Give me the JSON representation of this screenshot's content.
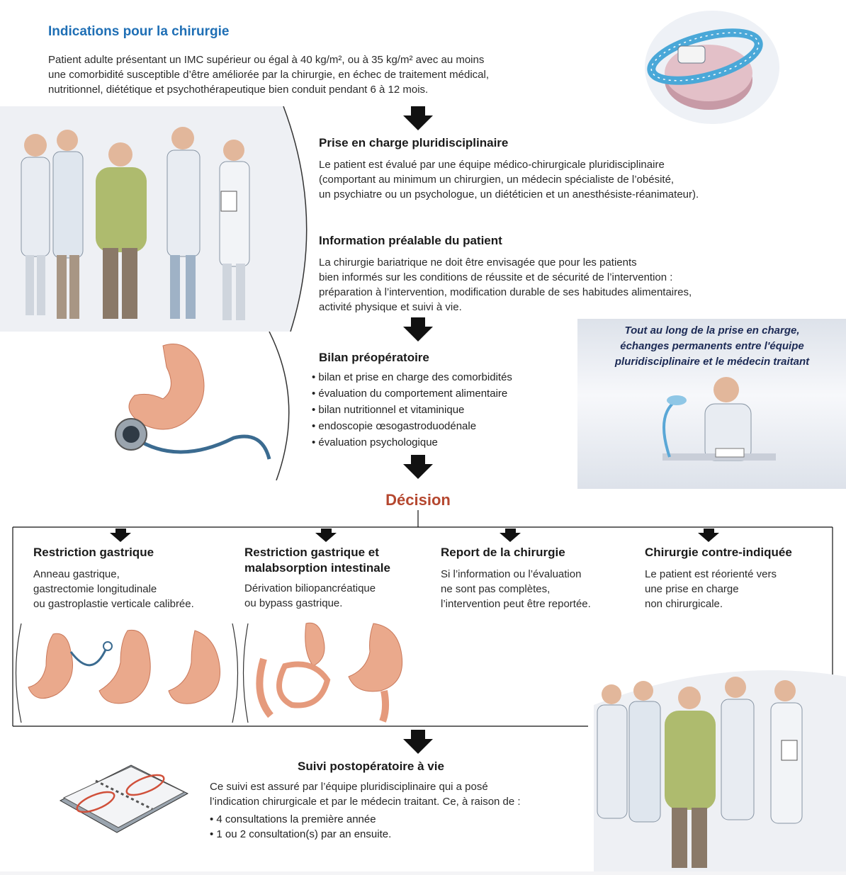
{
  "indications": {
    "title": "Indications pour la chirurgie",
    "lines": [
      "Patient adulte présentant un IMC supérieur ou égal à 40 kg/m², ou à 35 kg/m² avec au moins",
      "une comorbidité susceptible d’être améliorée par la chirurgie, en échec de traitement médical,",
      "nutritionnel, diététique et psychothérapeutique bien conduit pendant 6 à 12 mois."
    ]
  },
  "prise_en_charge": {
    "title": "Prise en charge pluridisciplinaire",
    "lines": [
      "Le patient est évalué par une équipe médico-chirurgicale pluridisciplinaire",
      "(comportant au minimum un chirurgien, un médecin spécialiste de l’obésité,",
      "un psychiatre ou un psychologue, un diététicien et un anesthésiste-réanimateur)."
    ]
  },
  "information": {
    "title": "Information préalable du patient",
    "lines": [
      "La chirurgie bariatrique ne doit être envisagée que pour les patients",
      "bien informés sur les conditions de réussite et de sécurité de l’intervention :",
      "préparation à l’intervention, modification durable de ses habitudes alimentaires,",
      "activité physique et suivi à vie."
    ]
  },
  "bilan": {
    "title": "Bilan préopératoire",
    "items": [
      "bilan et prise en charge des comorbidités",
      "évaluation du comportement alimentaire",
      "bilan nutritionnel et vitaminique",
      "endoscopie œsogastroduodénale",
      "évaluation psychologique"
    ]
  },
  "callout": {
    "lines": [
      "Tout au long de la prise en charge,",
      "échanges permanents entre l'équipe",
      "pluridisciplinaire et le médecin traitant"
    ]
  },
  "decision": {
    "title": "Décision"
  },
  "options": [
    {
      "title_lines": [
        "Restriction gastrique"
      ],
      "lines": [
        "Anneau gastrique,",
        "gastrectomie longitudinale",
        "ou gastroplastie verticale calibrée."
      ]
    },
    {
      "title_lines": [
        "Restriction gastrique et",
        "malabsorption intestinale"
      ],
      "lines": [
        "Dérivation biliopancréatique",
        "ou bypass gastrique."
      ]
    },
    {
      "title_lines": [
        "Report de la chirurgie"
      ],
      "lines": [
        "Si l’information ou l’évaluation",
        "ne sont pas complètes,",
        "l’intervention peut être reportée."
      ]
    },
    {
      "title_lines": [
        "Chirurgie contre-indiquée"
      ],
      "lines": [
        "Le patient est réorienté vers",
        "une prise en charge",
        "non chirurgicale."
      ]
    }
  ],
  "suivi": {
    "title": "Suivi postopératoire à vie",
    "lines": [
      "Ce suivi est assuré par l’équipe pluridisciplinaire qui a posé",
      "l’indication chirurgicale et par le médecin traitant. Ce, à raison de :"
    ],
    "items": [
      "4 consultations la première année",
      "1 ou 2 consultation(s) par an ensuite."
    ]
  },
  "colors": {
    "title_blue": "#1f6fb5",
    "decision_red": "#b5472f",
    "callout_text": "#1c2a55",
    "arrow": "#111111",
    "stomach": "#e9a58a"
  }
}
